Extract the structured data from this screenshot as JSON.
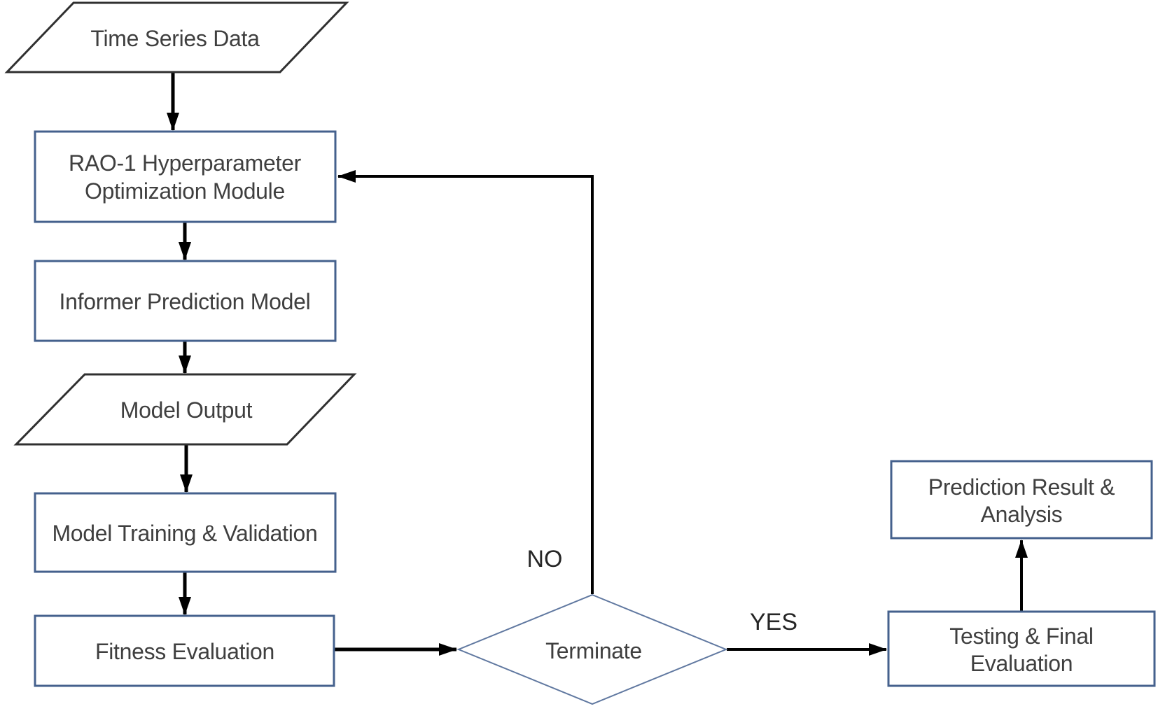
{
  "flowchart": {
    "description": "RAO-1 / Informer time-series prediction optimization flowchart",
    "nodes": {
      "time_series": {
        "label": "Time Series Data",
        "shape": "parallelogram"
      },
      "rao1": {
        "label_line1": "RAO-1 Hyperparameter",
        "label_line2": "Optimization Module",
        "shape": "rectangle"
      },
      "informer": {
        "label": "Informer Prediction Model",
        "shape": "rectangle"
      },
      "model_output": {
        "label": "Model Output",
        "shape": "parallelogram"
      },
      "training": {
        "label": "Model Training & Validation",
        "shape": "rectangle"
      },
      "fitness": {
        "label": "Fitness Evaluation",
        "shape": "rectangle"
      },
      "terminate": {
        "label": "Terminate",
        "shape": "diamond"
      },
      "testing": {
        "label_line1": "Testing & Final",
        "label_line2": "Evaluation",
        "shape": "rectangle"
      },
      "prediction": {
        "label_line1": "Prediction Result &",
        "label_line2": "Analysis",
        "shape": "rectangle"
      }
    },
    "edge_labels": {
      "no": "NO",
      "yes": "YES"
    },
    "edges": [
      {
        "from": "time_series",
        "to": "rao1"
      },
      {
        "from": "rao1",
        "to": "informer"
      },
      {
        "from": "informer",
        "to": "model_output"
      },
      {
        "from": "model_output",
        "to": "training"
      },
      {
        "from": "training",
        "to": "fitness"
      },
      {
        "from": "fitness",
        "to": "terminate"
      },
      {
        "from": "terminate",
        "to": "rao1",
        "label": "NO"
      },
      {
        "from": "terminate",
        "to": "testing",
        "label": "YES"
      },
      {
        "from": "testing",
        "to": "prediction"
      }
    ],
    "colors": {
      "background": "#ffffff",
      "rect_border": "#45618d",
      "parallelogram_border": "#303030",
      "diamond_border": "#6078a0",
      "arrow": "#000000",
      "node_text": "#3f3f3f",
      "edge_label_text": "#262626"
    }
  }
}
